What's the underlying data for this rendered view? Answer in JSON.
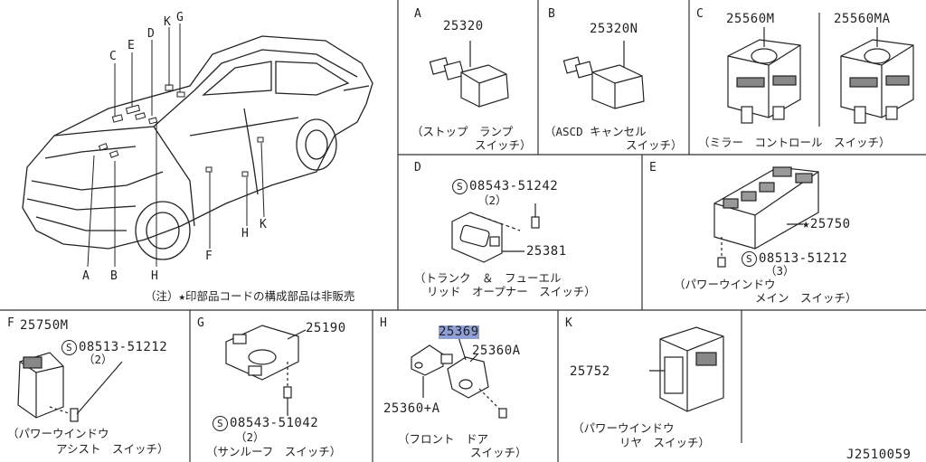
{
  "overview": {
    "callouts": {
      "A": "A",
      "B": "B",
      "C": "C",
      "D": "D",
      "E": "E",
      "F": "F",
      "G": "G",
      "H": "H",
      "H2": "H",
      "K": "K",
      "K2": "K"
    },
    "note": "（注）★印部品コードの構成部品は非販売"
  },
  "A": {
    "letter": "A",
    "part": "25320",
    "caption1": "（ストップ　ランプ",
    "caption2": "スイッチ）"
  },
  "B": {
    "letter": "B",
    "part": "25320N",
    "caption1": "（ASCD キャンセル",
    "caption2": "スイッチ）"
  },
  "C": {
    "letter": "C",
    "part1": "25560M",
    "part2": "25560MA",
    "caption": "（ミラー　コントロール　スイッチ）"
  },
  "D": {
    "letter": "D",
    "screw": "08543-51242",
    "qty": "（2）",
    "part": "25381",
    "caption1": "（トランク　＆　フューエル",
    "caption2": "リッド　オープナー　スイッチ）"
  },
  "E": {
    "letter": "E",
    "part": "★25750",
    "screw": "08513-51212",
    "qty": "（3）",
    "caption1": "（パワーウインドウ",
    "caption2": "メイン　スイッチ）"
  },
  "F": {
    "letter": "F",
    "part": "25750M",
    "screw": "08513-51212",
    "qty": "（2）",
    "caption1": "（パワーウインドウ",
    "caption2": "アシスト　スイッチ）"
  },
  "G": {
    "letter": "G",
    "part": "25190",
    "screw": "08543-51042",
    "qty": "（2）",
    "caption": "（サンルーフ　スイッチ）"
  },
  "H": {
    "letter": "H",
    "part_highlight": "25369",
    "part2": "25360A",
    "part3": "25360+A",
    "caption1": "（フロント　ドア",
    "caption2": "スイッチ）"
  },
  "K": {
    "letter": "K",
    "part": "25752",
    "caption1": "（パワーウインドウ",
    "caption2": "リヤ　スイッチ）"
  },
  "footer": {
    "code": "J2510059"
  },
  "symbols": {
    "s_mark": "S"
  }
}
